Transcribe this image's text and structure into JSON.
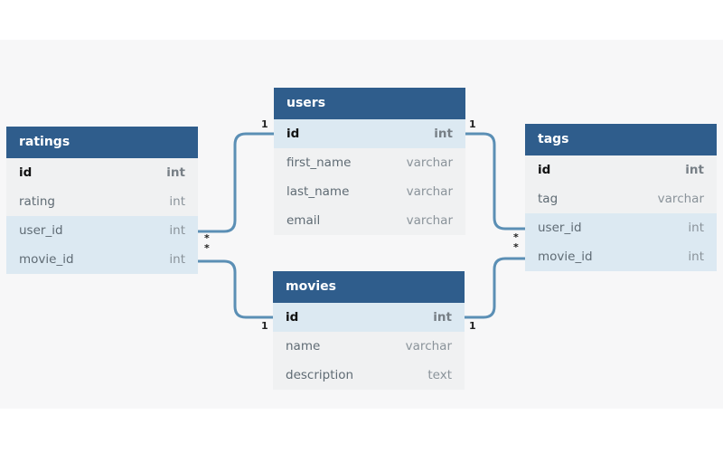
{
  "tables": {
    "users": {
      "name": "users",
      "fields": [
        {
          "name": "id",
          "type": "int"
        },
        {
          "name": "first_name",
          "type": "varchar"
        },
        {
          "name": "last_name",
          "type": "varchar"
        },
        {
          "name": "email",
          "type": "varchar"
        }
      ]
    },
    "ratings": {
      "name": "ratings",
      "fields": [
        {
          "name": "id",
          "type": "int"
        },
        {
          "name": "rating",
          "type": "int"
        },
        {
          "name": "user_id",
          "type": "int"
        },
        {
          "name": "movie_id",
          "type": "int"
        }
      ]
    },
    "tags": {
      "name": "tags",
      "fields": [
        {
          "name": "id",
          "type": "int"
        },
        {
          "name": "tag",
          "type": "varchar"
        },
        {
          "name": "user_id",
          "type": "int"
        },
        {
          "name": "movie_id",
          "type": "int"
        }
      ]
    },
    "movies": {
      "name": "movies",
      "fields": [
        {
          "name": "id",
          "type": "int"
        },
        {
          "name": "name",
          "type": "varchar"
        },
        {
          "name": "description",
          "type": "text"
        }
      ]
    }
  },
  "cardinality": {
    "one": "1",
    "many": "*"
  },
  "colors": {
    "header": "#2f5d8c",
    "link": "#5b8fb5",
    "fk_row": "#dce9f2",
    "row": "#f0f1f2"
  }
}
